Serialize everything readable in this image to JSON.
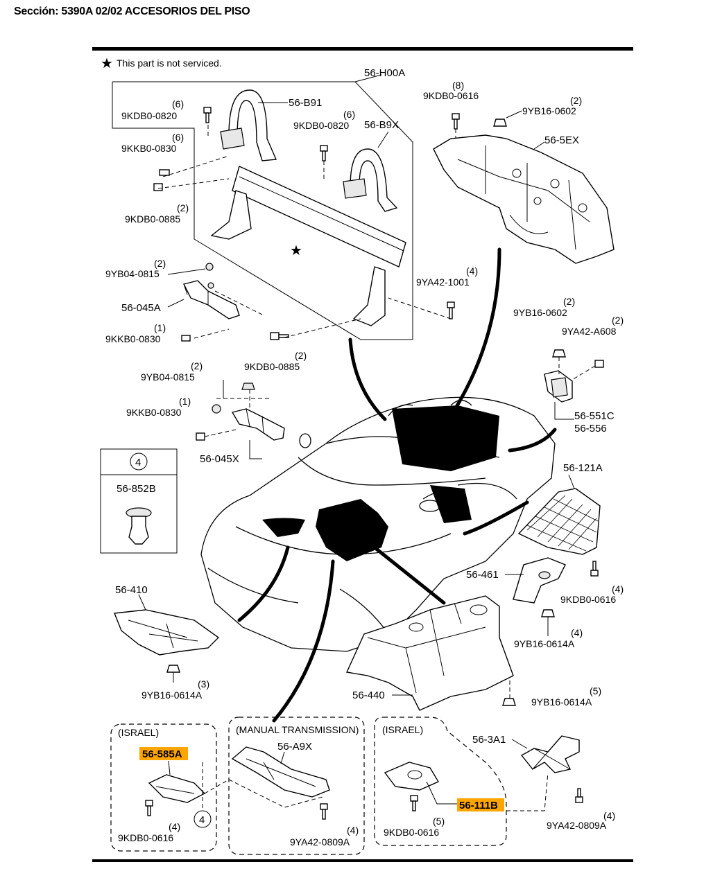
{
  "header": "Sección: 5390A 02/02 ACCESORIOS DEL PISO",
  "note": "This part is not serviced.",
  "parts": {
    "h00a": "56-H00A",
    "b91": "56-B91",
    "b9x": "56-B9X",
    "p5ex": "56-5EX",
    "p045a": "56-045A",
    "p045x": "56-045X",
    "p551c": "56-551C",
    "p556": "56-556",
    "p121a": "56-121A",
    "p852b": "56-852B",
    "p461": "56-461",
    "p410": "56-410",
    "p440": "56-440",
    "p3a1": "56-3A1",
    "p585a": "56-585A",
    "a9x": "56-A9X",
    "p111b": "56-111B"
  },
  "fasteners": [
    {
      "key": "f1",
      "code": "9KDB0-0820",
      "qty": "(6)"
    },
    {
      "key": "f2",
      "code": "9KKB0-0830",
      "qty": "(6)"
    },
    {
      "key": "f3",
      "code": "9KDB0-0885",
      "qty": "(2)"
    },
    {
      "key": "f4",
      "code": "9KDB0-0820",
      "qty": "(6)"
    },
    {
      "key": "f5",
      "code": "9KDB0-0616",
      "qty": "(8)"
    },
    {
      "key": "f6",
      "code": "9YB16-0602",
      "qty": "(2)"
    },
    {
      "key": "f7",
      "code": "9YB04-0815",
      "qty": "(2)"
    },
    {
      "key": "f8",
      "code": "9KKB0-0830",
      "qty": "(1)"
    },
    {
      "key": "f9",
      "code": "9YA42-1001",
      "qty": "(4)"
    },
    {
      "key": "f10",
      "code": "9YB16-0602",
      "qty": "(2)"
    },
    {
      "key": "f11",
      "code": "9YA42-A608",
      "qty": "(2)"
    },
    {
      "key": "f12",
      "code": "9KDB0-0885",
      "qty": "(2)"
    },
    {
      "key": "f13",
      "code": "9YB04-0815",
      "qty": "(2)"
    },
    {
      "key": "f14",
      "code": "9KKB0-0830",
      "qty": "(1)"
    },
    {
      "key": "f15",
      "code": "9KDB0-0616",
      "qty": "(4)"
    },
    {
      "key": "f16",
      "code": "9YB16-0614A",
      "qty": "(4)"
    },
    {
      "key": "f17",
      "code": "9YB16-0614A",
      "qty": "(3)"
    },
    {
      "key": "f18",
      "code": "9YB16-0614A",
      "qty": "(5)"
    },
    {
      "key": "f19",
      "code": "9KDB0-0616",
      "qty": "(4)"
    },
    {
      "key": "f20",
      "code": "9YA42-0809A",
      "qty": "(4)"
    },
    {
      "key": "f21",
      "code": "9KDB0-0616",
      "qty": "(5)"
    },
    {
      "key": "f22",
      "code": "9YA42-0809A",
      "qty": "(4)"
    }
  ],
  "callout_ref": "4",
  "boxes": {
    "israel_left": "(ISRAEL)",
    "manual": "(MANUAL TRANSMISSION)",
    "israel_right": "(ISRAEL)"
  },
  "colors": {
    "highlight": "#ffa500"
  }
}
